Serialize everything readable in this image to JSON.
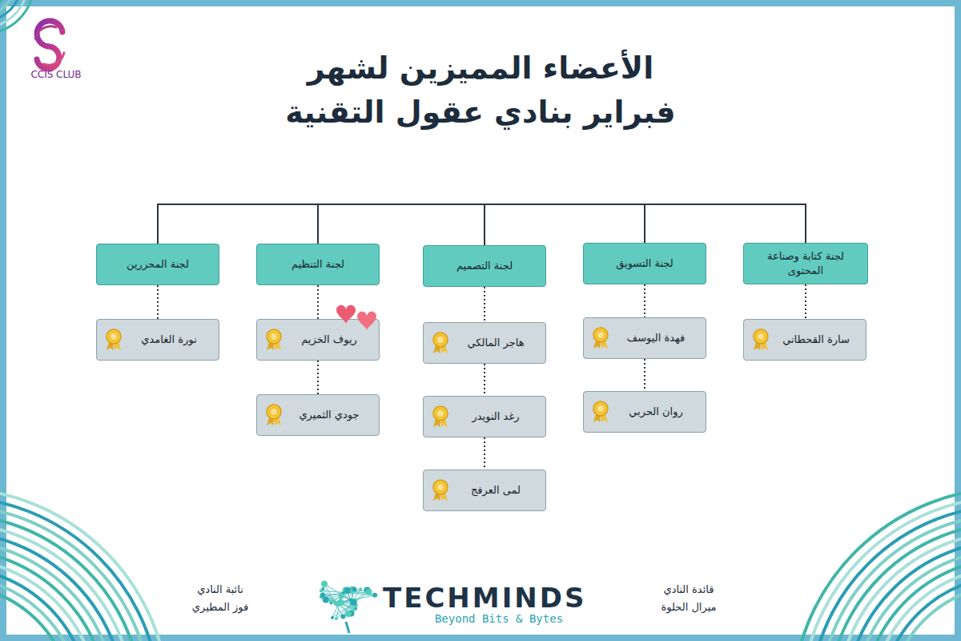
{
  "diagram": {
    "title": "الأعضاء المميزين لشهر فبراير بنادي عقول التقنية",
    "nodes": [
      {
        "text": [
          "لجنة كتابة وصناعة المحتوى"
        ]
      },
      {
        "text": [
          "لجنة التسويق"
        ]
      },
      {
        "text": [
          "لجنة التصميم"
        ]
      },
      {
        "text": [
          "لجنة التنظيم"
        ]
      },
      {
        "text": [
          "لجنة المحررين"
        ]
      },
      {
        "text": [
          "سارة القحطاني"
        ]
      },
      {
        "text": [
          "فهدة اليوسف"
        ]
      },
      {
        "text": [
          "روان الحربي"
        ]
      },
      {
        "text": [
          "هاجر المالكي"
        ]
      },
      {
        "text": [
          "رغد النويدر"
        ]
      },
      {
        "text": [
          "لمى العرفج"
        ]
      },
      {
        "text": [
          "ريوف الخزيم"
        ]
      },
      {
        "text": [
          "جودي الثميري"
        ]
      },
      {
        "text": [
          "نورة الغامدي"
        ]
      }
    ],
    "edges": [
      {
        "from": 0,
        "to": 5,
        "arrow": "none"
      },
      {
        "from": 1,
        "to": 6,
        "arrow": "none"
      },
      {
        "from": 6,
        "to": 7,
        "arrow": "none"
      },
      {
        "from": 2,
        "to": 8,
        "arrow": "none"
      },
      {
        "from": 8,
        "to": 9,
        "arrow": "none"
      },
      {
        "from": 9,
        "to": 10,
        "arrow": "none"
      },
      {
        "from": 3,
        "to": 11,
        "arrow": "none"
      },
      {
        "from": 11,
        "to": 12,
        "arrow": "none"
      },
      {
        "from": 4,
        "to": 13,
        "arrow": "none"
      }
    ],
    "labels": [
      "CCIS CLUB",
      "نائبة النادي",
      "فوز المطيري",
      "TECHMINDS",
      "Beyond Bits & Bytes",
      "قائدة النادي",
      "ميرال الحلوة"
    ]
  }
}
